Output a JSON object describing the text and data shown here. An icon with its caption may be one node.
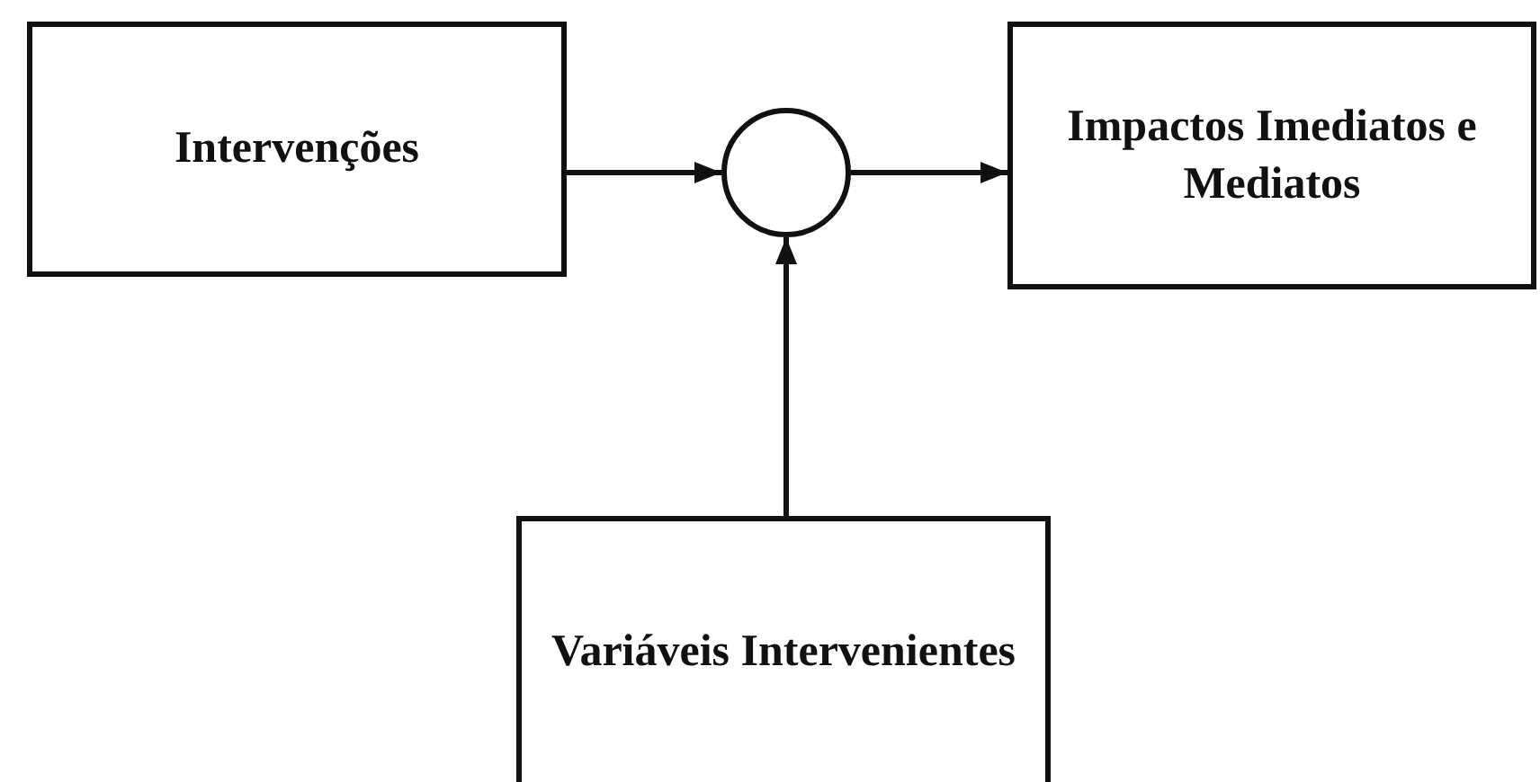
{
  "diagram": {
    "nodes": [
      {
        "text": [
          "Intervenções"
        ]
      },
      {
        "text": [],
        "shape": "circle"
      },
      {
        "text": [
          "Impactos Imediatos e Mediatos"
        ]
      },
      {
        "text": [
          "Variáveis Intervenientes"
        ]
      }
    ],
    "edges": [
      {
        "from": 0,
        "to": 1,
        "arrow": "to"
      },
      {
        "from": 1,
        "to": 2,
        "arrow": "to"
      },
      {
        "from": 3,
        "to": 1,
        "arrow": "to"
      }
    ]
  }
}
